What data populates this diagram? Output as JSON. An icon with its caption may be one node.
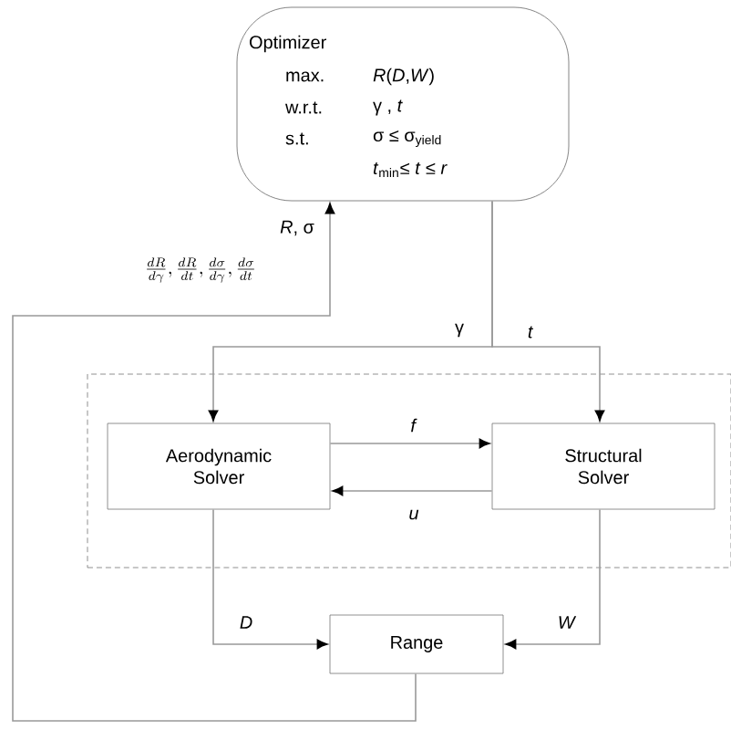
{
  "diagram": {
    "nodes": [
      {
        "text": [
          "Optimizer",
          "max.",
          "*R*(*D*,*W*)",
          "w.r.t.",
          "γ , *t*",
          "s.t.",
          "σ ≤ σ$_{yield}$",
          "*t*$_{min}$≤ *t* ≤ *r*"
        ]
      },
      {
        "text": [],
        "shape": "box"
      },
      {
        "text": [
          "Aerodynamic Solver"
        ],
        "in": 1
      },
      {
        "text": [
          "Structural Solver"
        ],
        "in": 1
      },
      {
        "text": [
          "Range"
        ]
      }
    ],
    "edges": [
      {
        "from": 0,
        "to": 2,
        "arrow": "to",
        "label": "γ"
      },
      {
        "from": 0,
        "to": 3,
        "arrow": "to",
        "label": "*t*"
      },
      {
        "from": 2,
        "to": 3,
        "arrow": "to",
        "label": "*f*"
      },
      {
        "from": 3,
        "to": 2,
        "arrow": "to",
        "label": "*u*"
      },
      {
        "from": 2,
        "to": 4,
        "arrow": "to",
        "label": "*D*"
      },
      {
        "from": 3,
        "to": 4,
        "arrow": "to",
        "label": "*W*"
      },
      {
        "from": 4,
        "to": 0,
        "arrow": "to",
        "label": "*R*, σ"
      }
    ],
    "labels": [
      "\\frac{dR}{d\\gamma}, \\frac{dR}{dt}, \\frac{d\\sigma}{d\\gamma}, \\frac{d\\sigma}{dt}"
    ]
  }
}
